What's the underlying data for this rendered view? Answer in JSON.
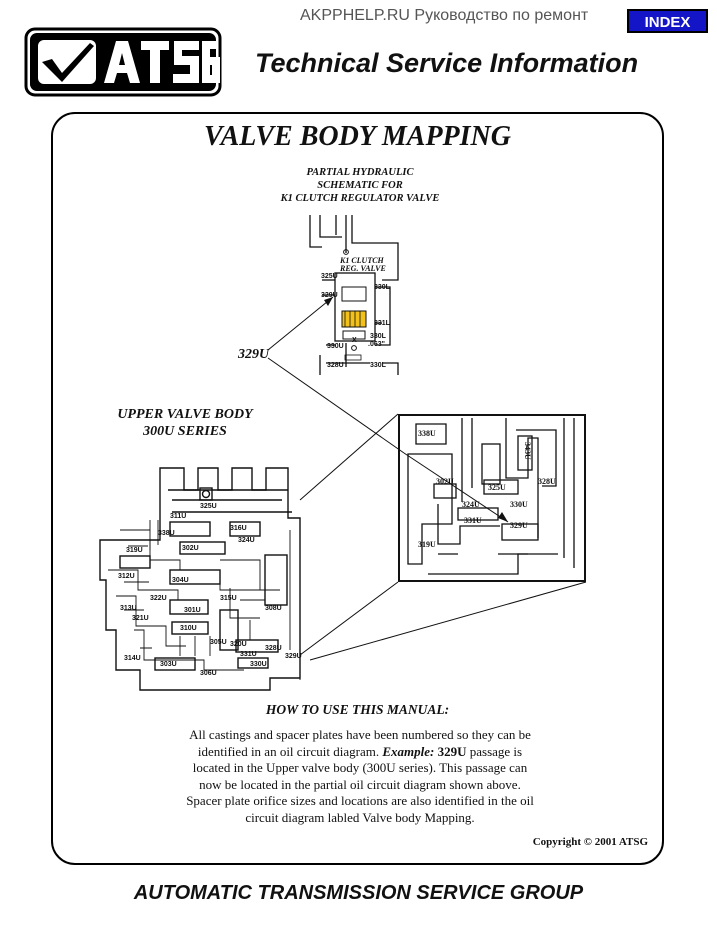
{
  "header": {
    "watermark": "AKPPHELP.RU Руководство по ремонт",
    "index_label": "INDEX",
    "logo_text": "ATSG",
    "title": "Technical Service Information"
  },
  "document": {
    "title": "VALVE BODY MAPPING",
    "schematic_caption": [
      "PARTIAL HYDRAULIC",
      "SCHEMATIC FOR",
      "K1 CLUTCH REGULATOR VALVE"
    ],
    "schematic_labels": {
      "valve_name": [
        "K1 CLUTCH",
        "REG. VALVE"
      ],
      "p325u": "325U",
      "p329u": "329U",
      "p330l_top": "330L",
      "p331l": "331L",
      "x_mark": "X",
      "orifice": [
        "330L",
        ".063\""
      ],
      "p330u": "330U",
      "p328u": "328U",
      "p330l_bottom": "330L"
    },
    "callout_329u": "329U",
    "upper_valve_body_caption": [
      "UPPER VALVE BODY",
      "300U SERIES"
    ],
    "zoom_labels": {
      "p338u": "338U",
      "p343u": "343U",
      "p302u": "302U",
      "p325u": "325U",
      "p328u": "328U",
      "p324u": "324U",
      "p330u": "330U",
      "p331u": "331U",
      "p329u": "329U",
      "p319u": "319U"
    },
    "valve_body_labels": [
      "325U",
      "311U",
      "319U",
      "338U",
      "302U",
      "304U",
      "312U",
      "313U",
      "328U",
      "329U",
      "330U",
      "331U",
      "316U",
      "324U",
      "321U",
      "315U",
      "301U",
      "310U",
      "314U",
      "303U",
      "306U",
      "308U",
      "305U",
      "320U",
      "322U"
    ],
    "howto_heading": "HOW TO USE THIS MANUAL:",
    "howto_body": [
      {
        "text": "All castings and spacer plates have been numbered so they can be"
      },
      {
        "text": "identified in an oil circuit diagram. ",
        "em": "Example:",
        "bold": " 329U",
        "rest": " passage is"
      },
      {
        "text": "located in the Upper valve body (300U series). This passage can"
      },
      {
        "text": "now be located in the partial oil circuit diagram shown above."
      },
      {
        "text": "Spacer plate orifice sizes and locations are also identified in the oil"
      },
      {
        "text": "circuit diagram labled Valve body Mapping."
      }
    ],
    "copyright": "Copyright © 2001 ATSG"
  },
  "footer": {
    "text": "AUTOMATIC TRANSMISSION SERVICE GROUP"
  },
  "colors": {
    "index_bg": "#1515c8",
    "valve_highlight": "#f2c21b",
    "ink": "#111111"
  }
}
